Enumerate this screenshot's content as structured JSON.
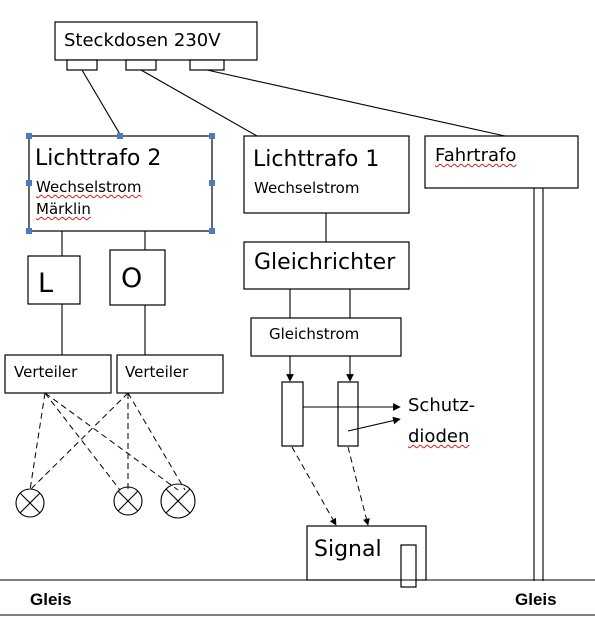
{
  "boxes": {
    "steckdosen": "Steckdosen 230V",
    "lichttrafo2_title": "Lichttrafo 2",
    "lichttrafo2_line1": "Wechselstrom",
    "lichttrafo2_line2": "Märklin",
    "lichttrafo1_title": "Lichttrafo 1",
    "lichttrafo1_line1": "Wechselstrom",
    "fahrtrafo": "Fahrtrafo",
    "switch_l": "L",
    "switch_o": "O",
    "verteiler_left": "Verteiler",
    "verteiler_right": "Verteiler",
    "gleichrichter": "Gleichrichter",
    "gleichstrom": "Gleichstrom",
    "signal": "Signal"
  },
  "annotations": {
    "schutz_line1": "Schutz-",
    "schutz_line2": "dioden"
  },
  "track": {
    "gleis_left": "Gleis",
    "gleis_right": "Gleis"
  },
  "colors": {
    "line": "#000000",
    "spellcheck": "#d02020",
    "selection_handle": "#4a7ebb"
  }
}
